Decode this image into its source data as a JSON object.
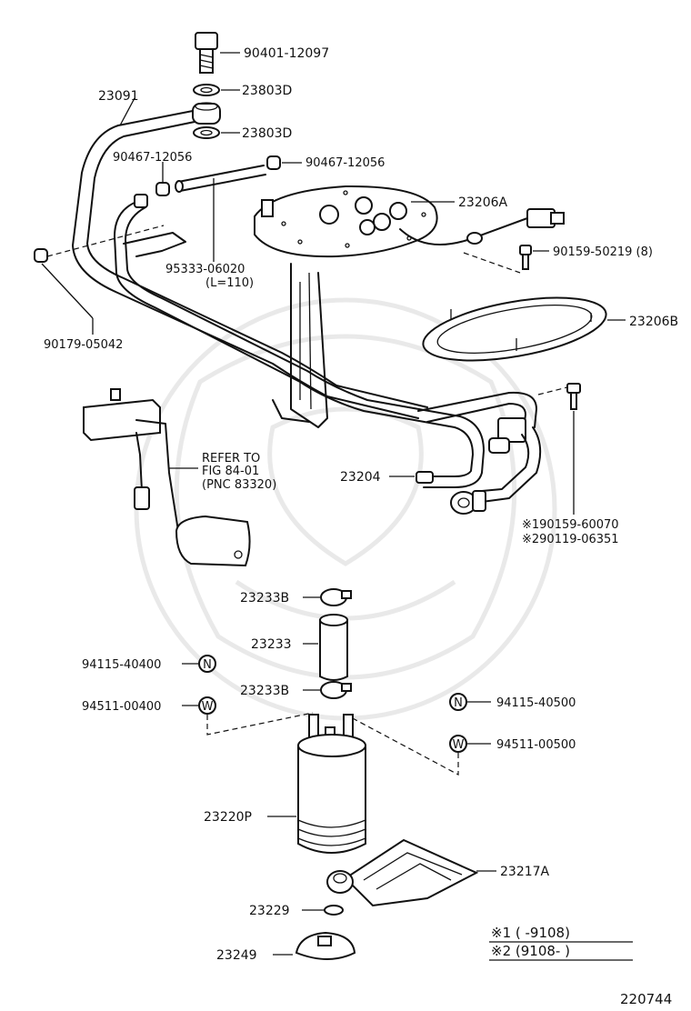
{
  "labels": {
    "p90401": "90401-12097",
    "p23803d_1": "23803D",
    "p23803d_2": "23803D",
    "p23091": "23091",
    "p90467_left": "90467-12056",
    "p90467_right": "90467-12056",
    "p23206a": "23206A",
    "p90159_50219": "90159-50219 (8)",
    "p95333": "95333-06020",
    "p95333_len": "(L=110)",
    "p90179": "90179-05042",
    "p23206b": "23206B",
    "refer_line1": "REFER TO",
    "refer_line2": "FIG 84-01",
    "refer_line3": "(PNC 83320)",
    "p23204": "23204",
    "p190159": "※190159-60070",
    "p290119": "※290119-06351",
    "p23233b_top": "23233B",
    "p23233": "23233",
    "p23233b_bot": "23233B",
    "p94115_404": "94115-40400",
    "p94511_004": "94511-00400",
    "p94115_405": "94115-40500",
    "p94511_005": "94511-00500",
    "p23220p": "23220P",
    "p23217a": "23217A",
    "p23229": "23229",
    "p23249": "23249",
    "note1": "※1 (       -9108)",
    "note2": "※2 (9108-        )",
    "figure_code": "220744",
    "marker_n": "N",
    "marker_w": "W"
  }
}
